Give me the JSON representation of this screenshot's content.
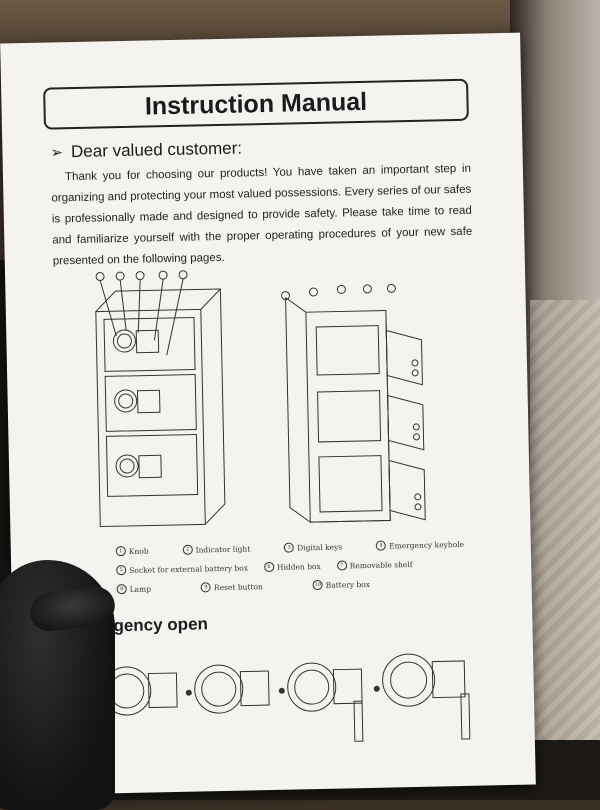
{
  "manual": {
    "title": "Instruction Manual",
    "greeting": "Dear valued customer:",
    "intro": "Thank you for choosing our products! You have taken an important step in organizing and protecting your most valued possessions. Every series of our safes is professionally made and designed to provide safety. Please take time to read and familiarize yourself with the proper operating procedures of your new safe presented on the following pages.",
    "legend": [
      {
        "num": "1",
        "label": "Knob"
      },
      {
        "num": "2",
        "label": "Indicator light"
      },
      {
        "num": "3",
        "label": "Digital keys"
      },
      {
        "num": "4",
        "label": "Emergency keyhole"
      },
      {
        "num": "5",
        "label": "Socket for external battery box"
      },
      {
        "num": "6",
        "label": "Hidden box"
      },
      {
        "num": "7",
        "label": "Removable shelf"
      },
      {
        "num": "8",
        "label": "Lamp"
      },
      {
        "num": "9",
        "label": "Reset button"
      },
      {
        "num": "10",
        "label": "Battery box"
      }
    ],
    "emergency_heading": "ergency open"
  },
  "icons": {
    "arrow": "right-pointer-icon"
  }
}
